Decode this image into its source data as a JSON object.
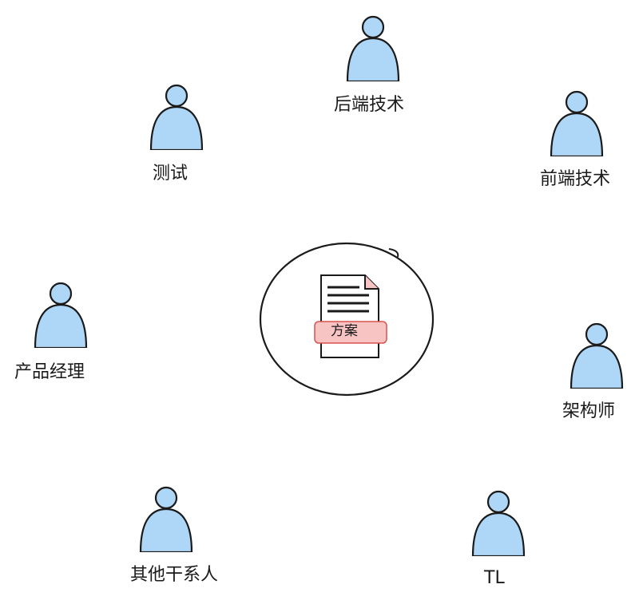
{
  "diagram": {
    "center": {
      "label": "方案"
    },
    "people": [
      {
        "id": "backend",
        "label": "后端技术"
      },
      {
        "id": "test",
        "label": "测试"
      },
      {
        "id": "frontend",
        "label": "前端技术"
      },
      {
        "id": "pm",
        "label": "产品经理"
      },
      {
        "id": "architect",
        "label": "架构师"
      },
      {
        "id": "stakeholder",
        "label": "其他干系人"
      },
      {
        "id": "tl",
        "label": "TL"
      }
    ]
  },
  "colors": {
    "person_fill": "#aed6f7",
    "stroke": "#1a1a1a",
    "tag_fill": "#f7c3c3",
    "tag_stroke": "#d9534f"
  }
}
